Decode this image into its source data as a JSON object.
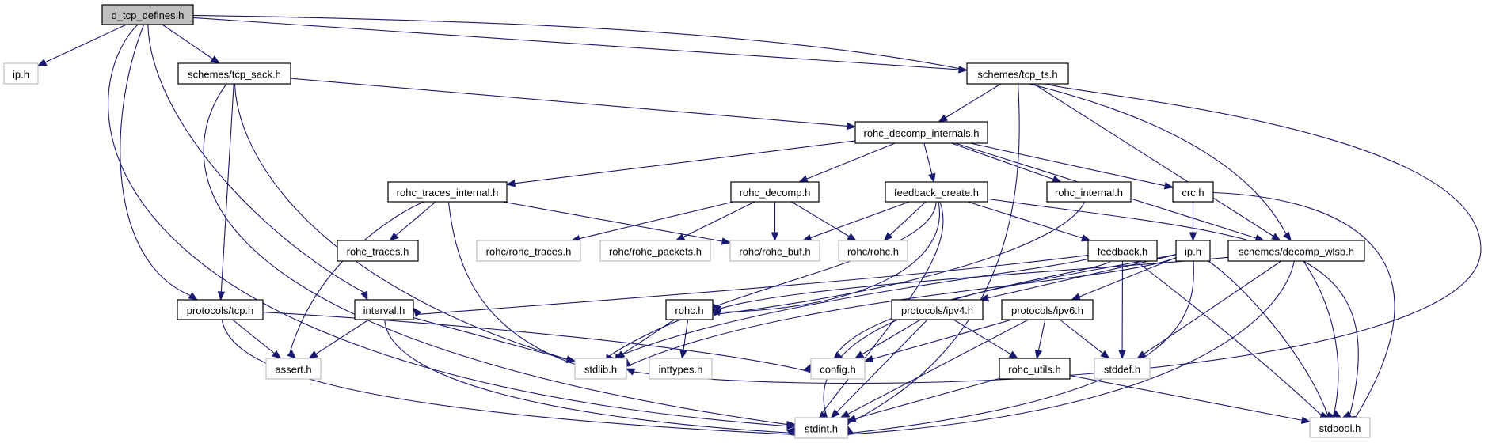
{
  "title": "d_tcp_defines.h",
  "colors": {
    "edge": "#191970",
    "root_fill": "#bfbfbf",
    "internal_border": "#000000",
    "external_border": "#bfbfbf"
  },
  "nodes": [
    {
      "id": "d_tcp_defines",
      "label": "d_tcp_defines.h",
      "kind": "root"
    },
    {
      "id": "ip_left",
      "label": "ip.h",
      "kind": "external"
    },
    {
      "id": "tcp_sack",
      "label": "schemes/tcp_sack.h",
      "kind": "internal"
    },
    {
      "id": "tcp_ts",
      "label": "schemes/tcp_ts.h",
      "kind": "internal"
    },
    {
      "id": "rohc_decomp_internals",
      "label": "rohc_decomp_internals.h",
      "kind": "internal"
    },
    {
      "id": "rohc_traces_internal",
      "label": "rohc_traces_internal.h",
      "kind": "internal"
    },
    {
      "id": "rohc_decomp",
      "label": "rohc_decomp.h",
      "kind": "internal"
    },
    {
      "id": "feedback_create",
      "label": "feedback_create.h",
      "kind": "internal"
    },
    {
      "id": "rohc_internal",
      "label": "rohc_internal.h",
      "kind": "internal"
    },
    {
      "id": "crc",
      "label": "crc.h",
      "kind": "internal"
    },
    {
      "id": "rohc_traces",
      "label": "rohc_traces.h",
      "kind": "internal"
    },
    {
      "id": "rohc_rohc_traces",
      "label": "rohc/rohc_traces.h",
      "kind": "external"
    },
    {
      "id": "rohc_rohc_packets",
      "label": "rohc/rohc_packets.h",
      "kind": "external"
    },
    {
      "id": "rohc_rohc_buf",
      "label": "rohc/rohc_buf.h",
      "kind": "external"
    },
    {
      "id": "rohc_rohc",
      "label": "rohc/rohc.h",
      "kind": "external"
    },
    {
      "id": "feedback",
      "label": "feedback.h",
      "kind": "internal"
    },
    {
      "id": "ip",
      "label": "ip.h",
      "kind": "internal"
    },
    {
      "id": "decomp_wlsb",
      "label": "schemes/decomp_wlsb.h",
      "kind": "internal"
    },
    {
      "id": "protocols_tcp",
      "label": "protocols/tcp.h",
      "kind": "internal"
    },
    {
      "id": "interval",
      "label": "interval.h",
      "kind": "internal"
    },
    {
      "id": "rohc",
      "label": "rohc.h",
      "kind": "internal"
    },
    {
      "id": "protocols_ipv4",
      "label": "protocols/ipv4.h",
      "kind": "internal"
    },
    {
      "id": "protocols_ipv6",
      "label": "protocols/ipv6.h",
      "kind": "internal"
    },
    {
      "id": "assert",
      "label": "assert.h",
      "kind": "external"
    },
    {
      "id": "stdlib",
      "label": "stdlib.h",
      "kind": "external"
    },
    {
      "id": "inttypes",
      "label": "inttypes.h",
      "kind": "external"
    },
    {
      "id": "config",
      "label": "config.h",
      "kind": "external"
    },
    {
      "id": "rohc_utils",
      "label": "rohc_utils.h",
      "kind": "internal"
    },
    {
      "id": "stddef",
      "label": "stddef.h",
      "kind": "external"
    },
    {
      "id": "stdint",
      "label": "stdint.h",
      "kind": "external"
    },
    {
      "id": "stdbool",
      "label": "stdbool.h",
      "kind": "external"
    }
  ],
  "edges": [
    [
      "d_tcp_defines",
      "ip_left"
    ],
    [
      "d_tcp_defines",
      "tcp_sack"
    ],
    [
      "d_tcp_defines",
      "tcp_ts"
    ],
    [
      "d_tcp_defines",
      "decomp_wlsb"
    ],
    [
      "d_tcp_defines",
      "protocols_tcp"
    ],
    [
      "d_tcp_defines",
      "interval"
    ],
    [
      "d_tcp_defines",
      "stdint"
    ],
    [
      "tcp_sack",
      "rohc_decomp_internals"
    ],
    [
      "tcp_sack",
      "protocols_tcp"
    ],
    [
      "tcp_sack",
      "stdlib"
    ],
    [
      "tcp_sack",
      "stdint"
    ],
    [
      "tcp_ts",
      "rohc_decomp_internals"
    ],
    [
      "tcp_ts",
      "decomp_wlsb"
    ],
    [
      "tcp_ts",
      "stdint"
    ],
    [
      "tcp_ts",
      "stdlib"
    ],
    [
      "rohc_decomp_internals",
      "rohc_traces_internal"
    ],
    [
      "rohc_decomp_internals",
      "rohc_decomp"
    ],
    [
      "rohc_decomp_internals",
      "feedback_create"
    ],
    [
      "rohc_decomp_internals",
      "rohc_internal"
    ],
    [
      "rohc_decomp_internals",
      "crc"
    ],
    [
      "rohc_decomp_internals",
      "decomp_wlsb"
    ],
    [
      "rohc_traces_internal",
      "rohc_traces"
    ],
    [
      "rohc_traces_internal",
      "rohc_rohc_buf"
    ],
    [
      "rohc_traces_internal",
      "assert"
    ],
    [
      "rohc_traces_internal",
      "stdlib"
    ],
    [
      "rohc_decomp",
      "rohc_rohc_traces"
    ],
    [
      "rohc_decomp",
      "rohc_rohc_packets"
    ],
    [
      "rohc_decomp",
      "rohc_rohc_buf"
    ],
    [
      "rohc_decomp",
      "rohc_rohc"
    ],
    [
      "feedback_create",
      "rohc_rohc_buf"
    ],
    [
      "feedback_create",
      "rohc_rohc"
    ],
    [
      "feedback_create",
      "feedback"
    ],
    [
      "feedback_create",
      "stdlib"
    ],
    [
      "feedback_create",
      "stdint"
    ],
    [
      "feedback_create",
      "rohc"
    ],
    [
      "feedback_create",
      "stdbool"
    ],
    [
      "rohc_internal",
      "rohc"
    ],
    [
      "crc",
      "ip"
    ],
    [
      "crc",
      "stdbool"
    ],
    [
      "feedback",
      "stdlib"
    ],
    [
      "feedback",
      "interval"
    ],
    [
      "feedback",
      "stddef"
    ],
    [
      "feedback",
      "stdbool"
    ],
    [
      "feedback",
      "stdint"
    ],
    [
      "ip",
      "protocols_ipv4"
    ],
    [
      "ip",
      "protocols_ipv6"
    ],
    [
      "ip",
      "stdlib"
    ],
    [
      "ip",
      "config"
    ],
    [
      "ip",
      "stdint"
    ],
    [
      "ip",
      "stdbool"
    ],
    [
      "decomp_wlsb",
      "rohc"
    ],
    [
      "decomp_wlsb",
      "stddef"
    ],
    [
      "decomp_wlsb",
      "stdint"
    ],
    [
      "decomp_wlsb",
      "stdbool"
    ],
    [
      "protocols_tcp",
      "assert"
    ],
    [
      "protocols_tcp",
      "config"
    ],
    [
      "protocols_tcp",
      "stdint"
    ],
    [
      "interval",
      "assert"
    ],
    [
      "interval",
      "stdlib"
    ],
    [
      "interval",
      "stdint"
    ],
    [
      "rohc",
      "stdlib"
    ],
    [
      "rohc",
      "inttypes"
    ],
    [
      "protocols_ipv4",
      "config"
    ],
    [
      "protocols_ipv4",
      "rohc_utils"
    ],
    [
      "protocols_ipv4",
      "stdint"
    ],
    [
      "protocols_ipv6",
      "config"
    ],
    [
      "protocols_ipv6",
      "rohc_utils"
    ],
    [
      "protocols_ipv6",
      "stddef"
    ],
    [
      "protocols_ipv6",
      "stdint"
    ],
    [
      "rohc_utils",
      "stdint"
    ],
    [
      "rohc_utils",
      "stdbool"
    ]
  ]
}
